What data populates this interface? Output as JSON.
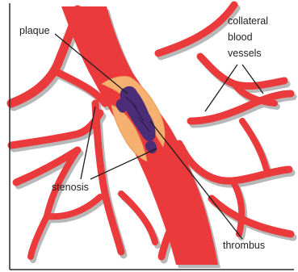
{
  "labels": {
    "plaque": "plaque",
    "collateral_line1": "collateral",
    "collateral_line2": "blood",
    "collateral_line3": "vessels",
    "stenosis": "stenosis",
    "thrombus": "thrombus"
  },
  "colors": {
    "vessel": "#ea3a3c",
    "vessel_shadow": "#b9b9b9",
    "plaque": "#f6b070",
    "thrombus": "#4c2e78",
    "frame": "#2a2a2a",
    "background": "#ffffff"
  }
}
